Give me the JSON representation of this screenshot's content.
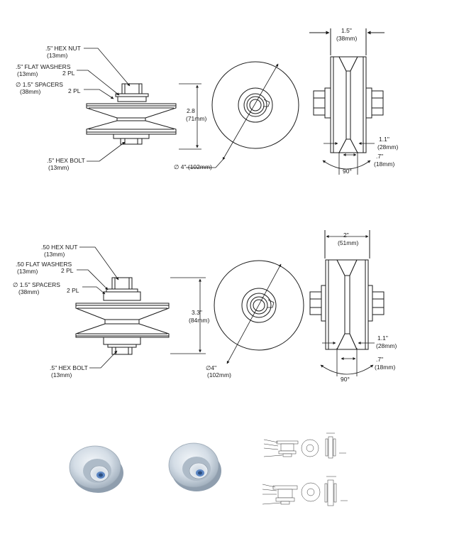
{
  "diagram1": {
    "hex_nut": ".5\" HEX NUT",
    "hex_nut_mm": "(13mm)",
    "washers": ".5\" FLAT WASHERS",
    "washers_mm": "(13mm)",
    "washers_qty": "2 PL",
    "spacers": "∅ 1.5\" SPACERS",
    "spacers_mm": "(38mm)",
    "spacers_qty": "2 PL",
    "hex_bolt": ".5\" HEX BOLT",
    "hex_bolt_mm": "(13mm)",
    "height": "2.8",
    "height_mm": "(71mm)",
    "diameter": "∅ 4\" (102mm)",
    "width": "1.5\"",
    "width_mm": "(38mm)",
    "groove": "1.1\"",
    "groove_mm": "(28mm)",
    "depth": ".7\"",
    "depth_mm": "(18mm)",
    "angle": "90°"
  },
  "diagram2": {
    "hex_nut": ".50 HEX NUT",
    "hex_nut_mm": "(13mm)",
    "washers": ".50 FLAT WASHERS",
    "washers_mm": "(13mm)",
    "washers_qty": "2 PL",
    "spacers": "∅ 1.5\" SPACERS",
    "spacers_mm": "(38mm)",
    "spacers_qty": "2 PL",
    "hex_bolt": ".5\" HEX BOLT",
    "hex_bolt_mm": "(13mm)",
    "height": "3.3\"",
    "height_mm": "(84mm)",
    "diameter": "∅4\"",
    "diameter_mm": "(102mm)",
    "width": "2\"",
    "width_mm": "(51mm)",
    "groove": "1.1\"",
    "groove_mm": "(28mm)",
    "depth": ".7\"",
    "depth_mm": "(18mm)",
    "angle": "90°"
  },
  "colors": {
    "line": "#1a1a1a",
    "zinc_light": "#e9eff5",
    "zinc_mid": "#b9c6d3",
    "zinc_dark": "#8a99a8",
    "hub": "#5b86c4"
  }
}
